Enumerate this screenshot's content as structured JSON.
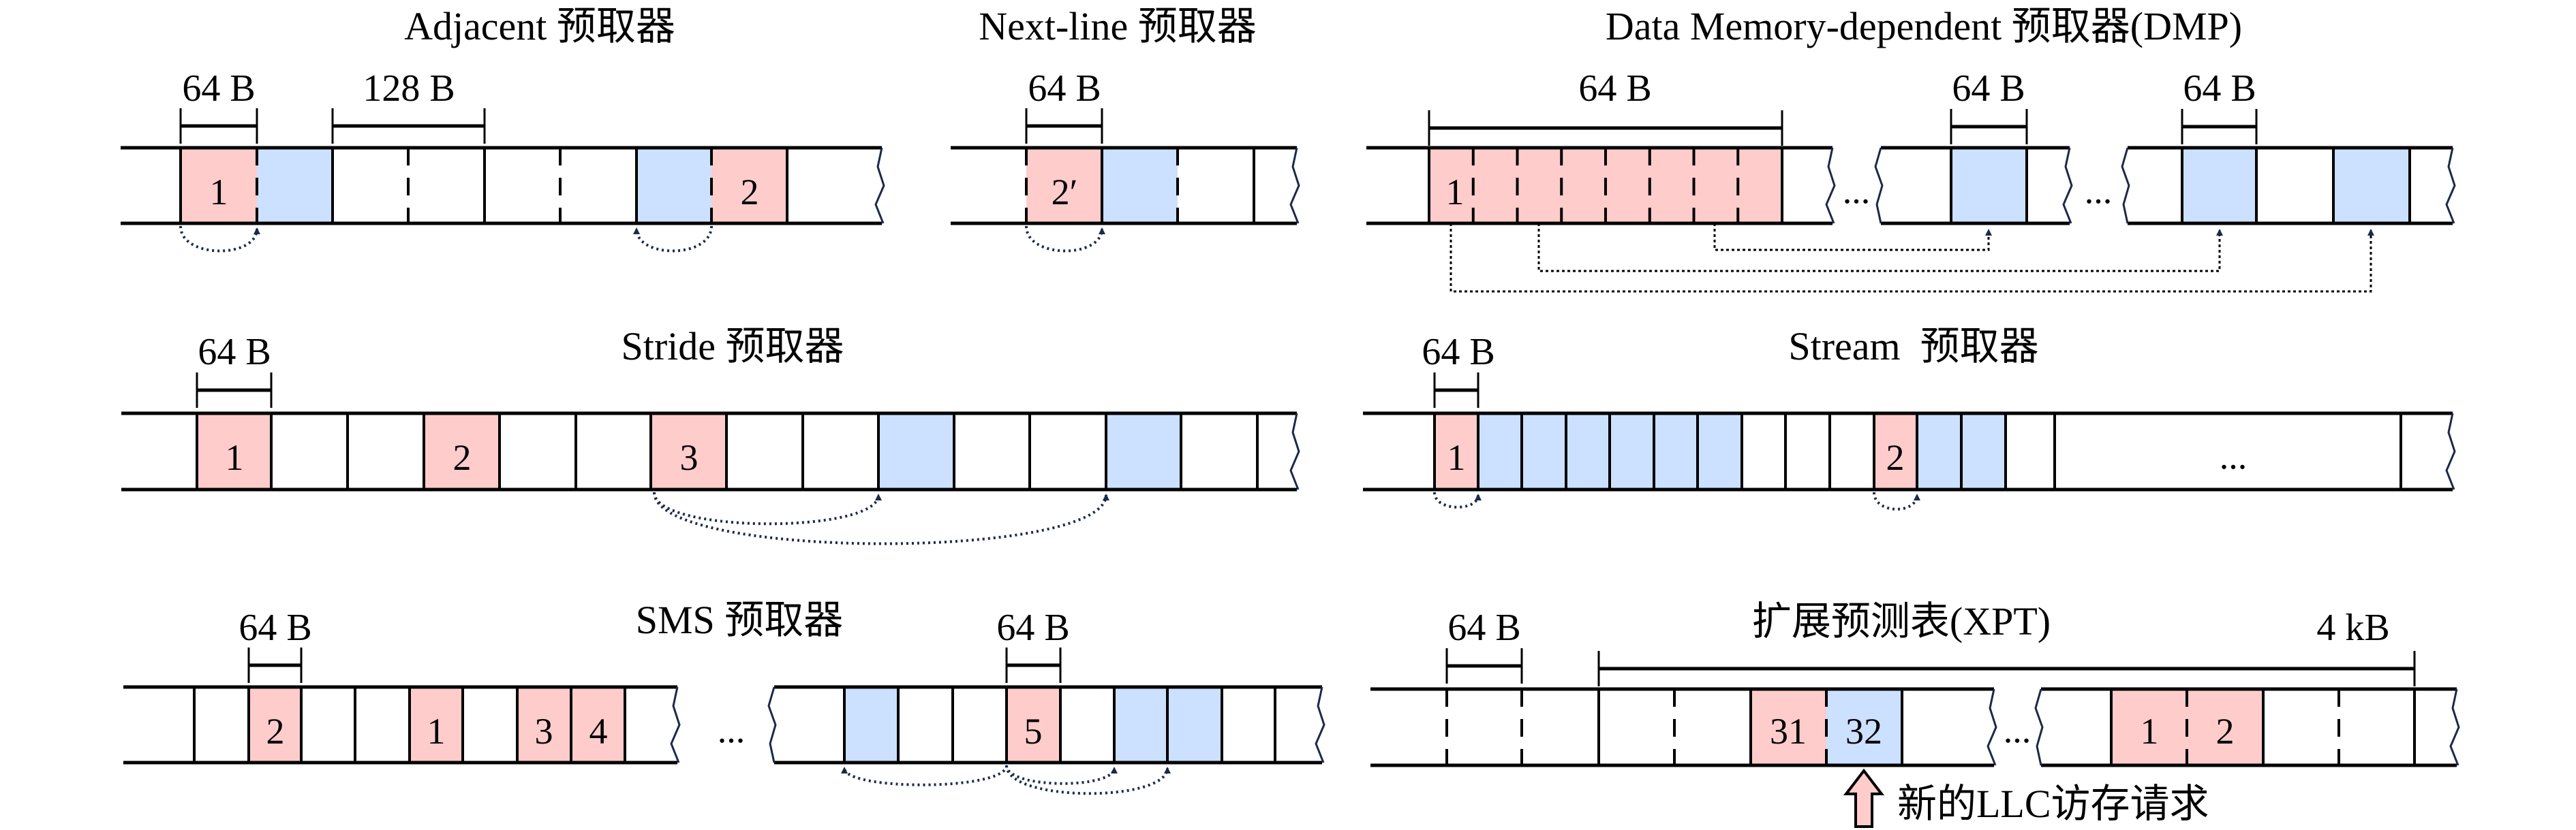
{
  "colors": {
    "accessed": "#FFCCCC",
    "prefetched": "#CCE0FF",
    "line": "#000000",
    "arrow": "#1a2a4a"
  },
  "panels": {
    "adjacent": {
      "title": "Adjacent 预取器",
      "dims": [
        "64 B",
        "128 B"
      ],
      "cell_labels": [
        "1",
        "2"
      ]
    },
    "nextline": {
      "title": "Next-line 预取器",
      "dims": [
        "64 B"
      ],
      "cell_labels": [
        "2′"
      ]
    },
    "dmp": {
      "title": "Data Memory-dependent 预取器(DMP)",
      "dims": [
        "64 B",
        "64 B",
        "64 B"
      ],
      "cell_labels": [
        "1"
      ],
      "ellipsis": "..."
    },
    "stride": {
      "title": "Stride 预取器",
      "dims": [
        "64 B"
      ],
      "cell_labels": [
        "1",
        "2",
        "3"
      ]
    },
    "stream": {
      "title": "Stream  预取器",
      "dims": [
        "64 B"
      ],
      "cell_labels": [
        "1",
        "2"
      ],
      "ellipsis": "..."
    },
    "sms": {
      "title": "SMS 预取器",
      "dims": [
        "64 B",
        "64 B"
      ],
      "cell_labels": [
        "2",
        "1",
        "3",
        "4",
        "5"
      ],
      "ellipsis": "..."
    },
    "xpt": {
      "title": "扩展预测表(XPT)",
      "dims": [
        "64 B",
        "4 kB"
      ],
      "cell_labels": [
        "31",
        "32",
        "1",
        "2"
      ],
      "ellipsis": "...",
      "note": "新的LLC访存请求"
    }
  }
}
